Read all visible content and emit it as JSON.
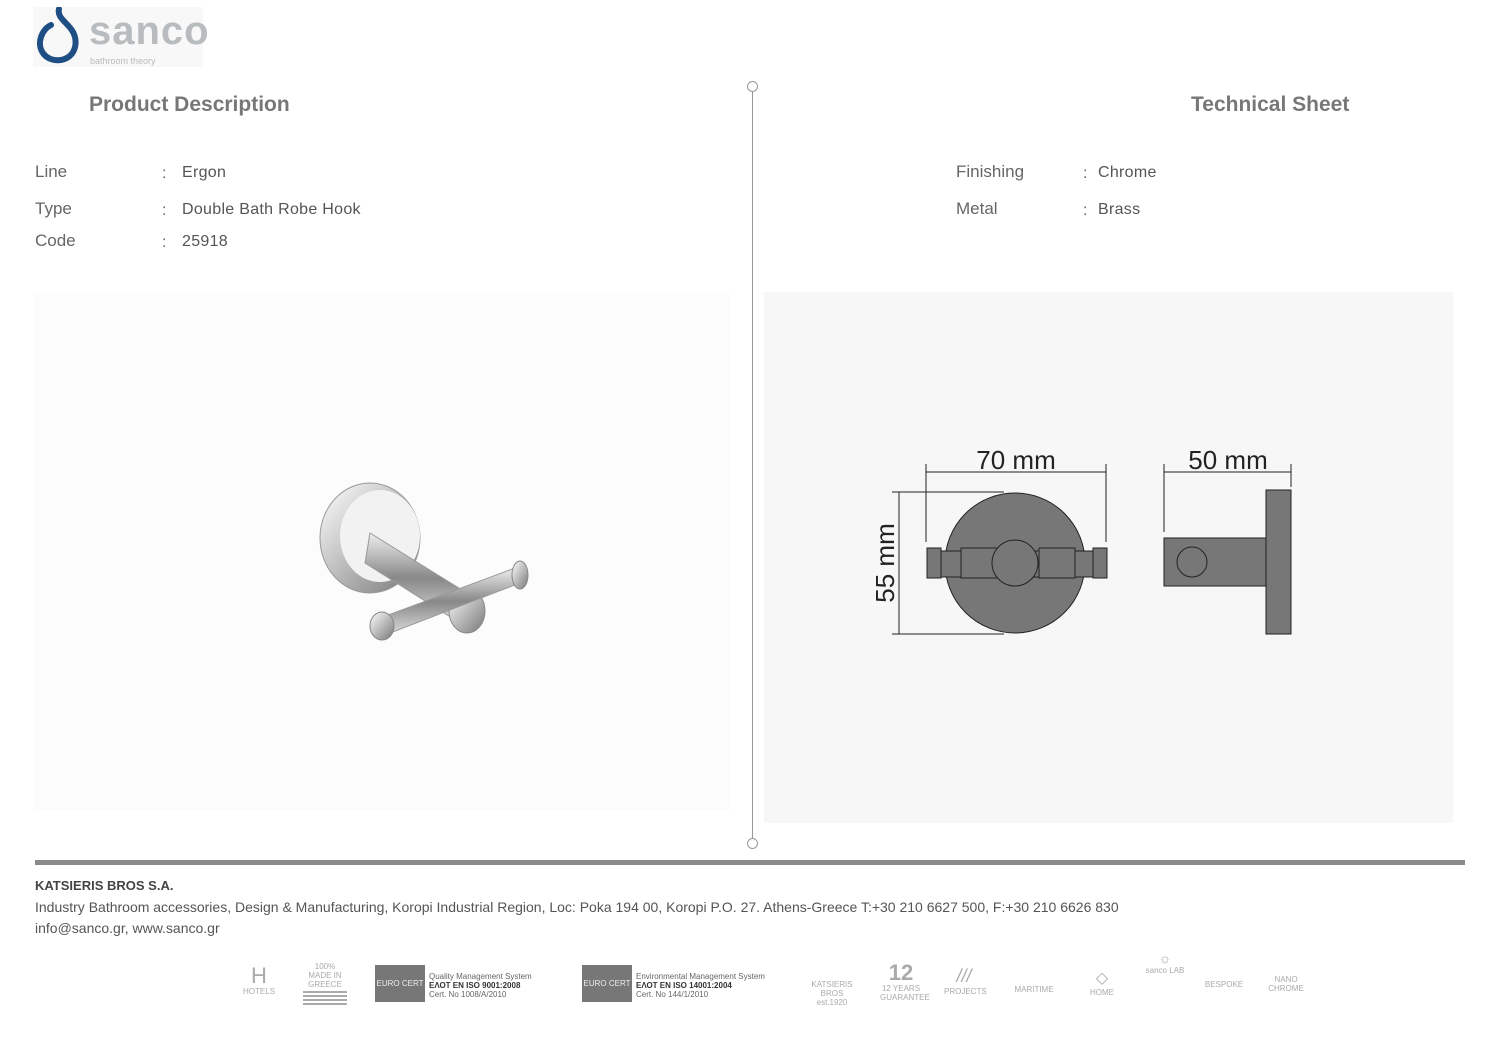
{
  "brand": {
    "name": "sanco",
    "tagline": "bathroom theory",
    "color": "#1f4e85"
  },
  "left": {
    "title": "Product Description",
    "fields": [
      {
        "label": "Line",
        "value": "Ergon"
      },
      {
        "label": "Type",
        "value": "Double Bath Robe Hook"
      },
      {
        "label": "Code",
        "value": "25918"
      }
    ]
  },
  "right": {
    "title": "Technical Sheet",
    "fields": [
      {
        "label": "Finishing",
        "value": "Chrome"
      },
      {
        "label": "Metal",
        "value": "Brass"
      }
    ]
  },
  "separator": ":",
  "dimensions": {
    "width": "70 mm",
    "height": "55 mm",
    "depth": "50 mm"
  },
  "footer": {
    "company": "KATSIERIS BROS S.A.",
    "address": "Industry Bathroom accessories, Design & Manufacturing, Koropi Industrial Region, Loc: Poka 194 00, Koropi P.O. 27. Athens-Greece   T:+30 210 6627 500, F:+30 210 6626 830",
    "contact": "info@sanco.gr, www.sanco.gr"
  },
  "badges": {
    "hotels": "HOTELS",
    "greece": "100% MADE IN GREECE",
    "cert1": {
      "logo": "EURO CERT",
      "line1": "Quality Management System",
      "line2": "ΕΛΟΤ EN ISO 9001:2008",
      "line3": "Cert. No 1008/A/2010"
    },
    "cert2": {
      "logo": "EURO CERT",
      "line1": "Environmental Management System",
      "line2": "ΕΛΟΤ EN ISO 14001:2004",
      "line3": "Cert. No 144/1/2010"
    },
    "katsieris": "KATSIERIS BROS est.1920",
    "years": "12 YEARS GUARANTEE",
    "projects": "PROJECTS",
    "maritime": "MARITIME",
    "home": "HOME",
    "lab": "sanco LAB",
    "bespoke": "BESPOKE",
    "nano": "NANO CHROME"
  }
}
